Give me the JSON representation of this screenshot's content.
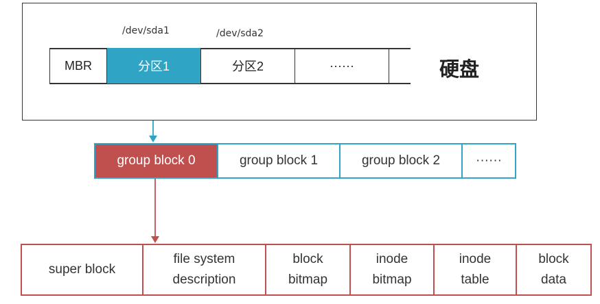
{
  "colors": {
    "accent_blue": "#2fa4c4",
    "accent_red": "#c0504d",
    "border_dark": "#333333"
  },
  "disk": {
    "title": "硬盘",
    "device_labels": [
      "/dev/sda1",
      "/dev/sda2"
    ],
    "partitions": [
      "MBR",
      "分区1",
      "分区2",
      "······",
      ""
    ]
  },
  "group_blocks": [
    "group block 0",
    "group block 1",
    "group block 2",
    "······"
  ],
  "structure": [
    [
      "super block"
    ],
    [
      "file system",
      "description"
    ],
    [
      "block",
      "bitmap"
    ],
    [
      "inode",
      "bitmap"
    ],
    [
      "inode",
      "table"
    ],
    [
      "block",
      "data"
    ]
  ]
}
